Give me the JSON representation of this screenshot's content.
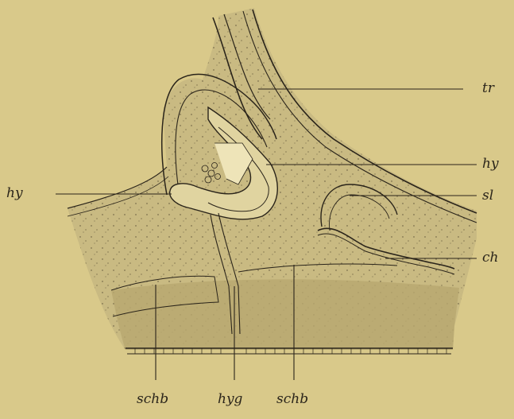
{
  "figure": {
    "background": "#d9c98a",
    "tissue_color": "#c9ba82",
    "ink_color": "#2a241a"
  },
  "labels": {
    "tr": "tr",
    "hy_right": "hy",
    "sl": "sl",
    "ch": "ch",
    "hy_left": "hy",
    "schb_left": "schb",
    "hyg": "hyg",
    "schb_right": "schb"
  }
}
